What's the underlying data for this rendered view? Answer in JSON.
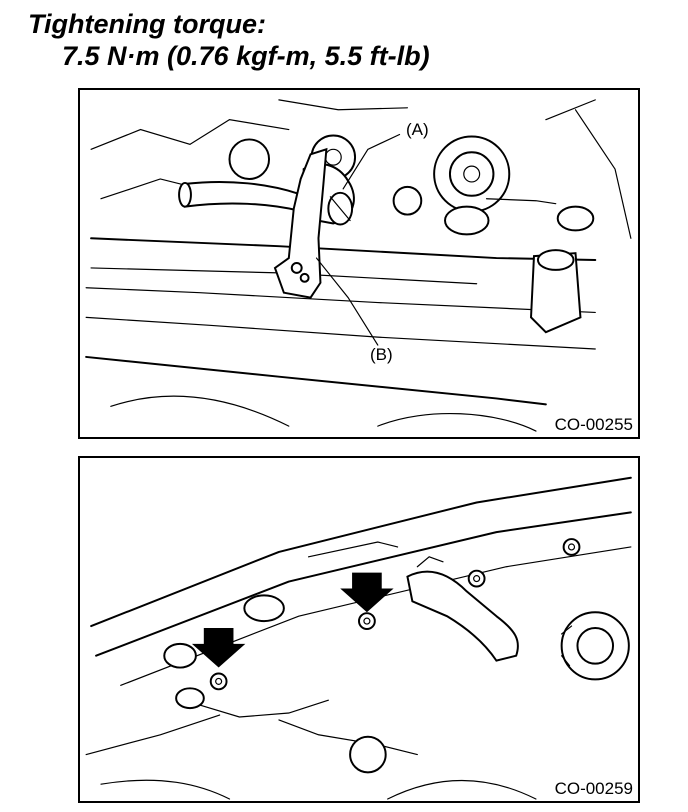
{
  "heading": {
    "line1": "Tightening torque:",
    "line2": "7.5 N·m (0.76 kgf-m, 5.5 ft-lb)"
  },
  "figures": [
    {
      "code": "CO-00255",
      "callouts": {
        "a": "(A)",
        "b": "(B)"
      }
    },
    {
      "code": "CO-00259"
    }
  ]
}
